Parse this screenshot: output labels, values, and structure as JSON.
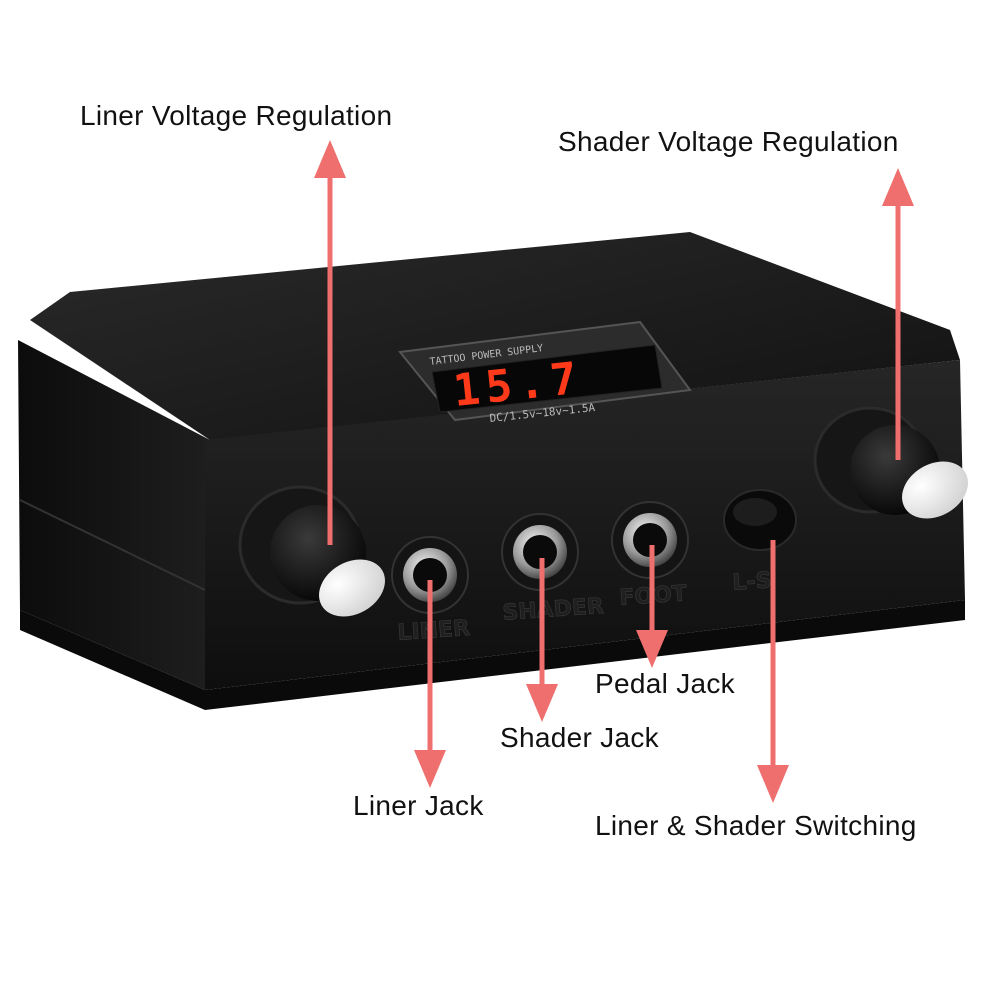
{
  "device": {
    "panel_title": "TATTOO POWER SUPPLY",
    "display_value": "15.7",
    "spec_text": "DC/1.5v~18v~1.5A",
    "port_labels": {
      "liner": "LINER",
      "shader": "SHADER",
      "foot": "FOOT",
      "switch": "L-S"
    },
    "display_color": "#ff3a1a"
  },
  "callouts": {
    "liner_voltage": "Liner Voltage Regulation",
    "shader_voltage": "Shader Voltage Regulation",
    "pedal_jack": "Pedal Jack",
    "shader_jack": "Shader Jack",
    "liner_jack": "Liner Jack",
    "switching": "Liner & Shader Switching"
  },
  "colors": {
    "arrow": "#ef6f6f",
    "body": "#1b1b1b",
    "knob_cap": "#f2f2f2"
  }
}
